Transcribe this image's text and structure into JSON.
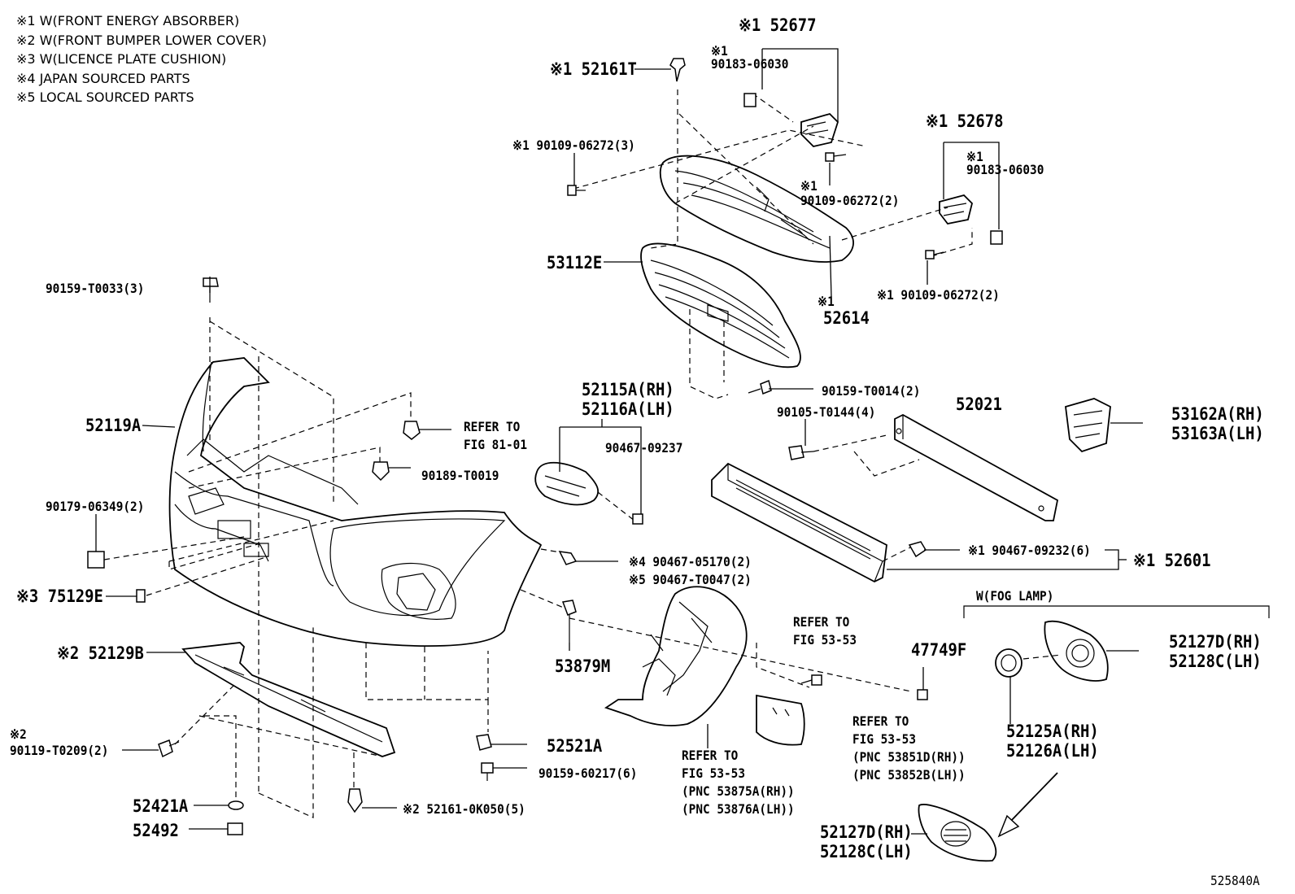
{
  "legend": [
    "※1 W(FRONT ENERGY ABSORBER)",
    "※2 W(FRONT BUMPER LOWER COVER)",
    "※3 W(LICENCE PLATE CUSHION)",
    "※4 JAPAN SOURCED PARTS",
    "※5 LOCAL SOURCED PARTS"
  ],
  "labels": {
    "p52677": "※1 52677",
    "p52161T": "※1 52161T",
    "p90183a_mark": "※1",
    "p90183a": "90183-06030",
    "p52678": "※1 52678",
    "p90183b_mark": "※1",
    "p90183b": "90183-06030",
    "p90109_a": "※1 90109-06272(3)",
    "p90109_b_mark": "※1",
    "p90109_b": "90109-06272(2)",
    "p53112E": "53112E",
    "p90109_c": "※1 90109-06272(2)",
    "p52614_mark": "※1",
    "p52614": "52614",
    "p90159_T0033": "90159-T0033(3)",
    "p52119A": "52119A",
    "refer_81_1": "REFER TO",
    "refer_81_2": "FIG 81-01",
    "p90189": "90189-T0019",
    "p52115A": "52115A(RH)",
    "p52116A": "52116A(LH)",
    "p90467_09237": "90467-09237",
    "p90159_T0014": "90159-T0014(2)",
    "p52021": "52021",
    "p90105": "90105-T0144(4)",
    "p53162A": "53162A(RH)",
    "p53163A": "53163A(LH)",
    "p90179": "90179-06349(2)",
    "p90467_05170": "※4 90467-05170(2)",
    "p90467_T0047": "※5 90467-T0047(2)",
    "p90467_09232": "※1 90467-09232(6)",
    "p52601": "※1 52601",
    "p75129E": "※3 75129E",
    "fog_title": "W(FOG LAMP)",
    "refer_5353a_1": "REFER TO",
    "refer_5353a_2": "FIG 53-53",
    "p47749F": "47749F",
    "p52127D_a": "52127D(RH)",
    "p52128C_a": "52128C(LH)",
    "p52129B": "※2 52129B",
    "p53879M": "53879M",
    "p90119_mark": "※2",
    "p90119": "90119-T0209(2)",
    "p52521A": "52521A",
    "p90159_60217": "90159-60217(6)",
    "refer_5353b_1": "REFER TO",
    "refer_5353b_2": "FIG 53-53",
    "refer_5353b_3": "(PNC 53851D(RH))",
    "refer_5353b_4": "(PNC 53852B(LH))",
    "refer_5353c_1": "REFER TO",
    "refer_5353c_2": "FIG 53-53",
    "refer_5353c_3": "(PNC 53875A(RH))",
    "refer_5353c_4": "(PNC 53876A(LH))",
    "p52125A": "52125A(RH)",
    "p52126A": "52126A(LH)",
    "p52421A": "52421A",
    "p52492": "52492",
    "p52161_0K050": "※2 52161-0K050(5)",
    "p52127D_b": "52127D(RH)",
    "p52128C_b": "52128C(LH)",
    "figure_id": "525840A"
  }
}
